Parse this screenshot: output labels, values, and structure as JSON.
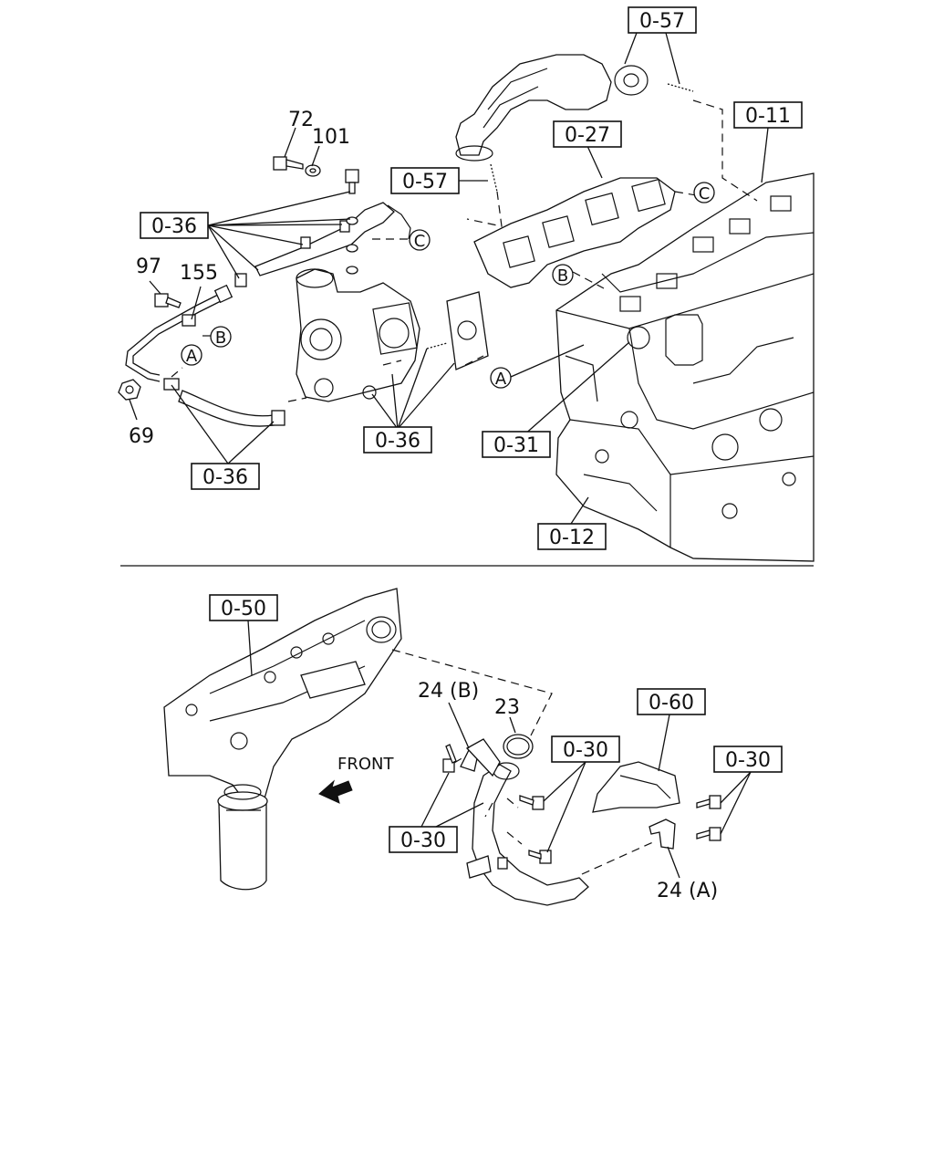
{
  "labels": {
    "ref_0_57_top": "0-57",
    "ref_0_11": "0-11",
    "ref_0_27": "0-27",
    "ref_0_57_mid": "0-57",
    "ref_0_36_left": "0-36",
    "ref_0_36_mid": "0-36",
    "ref_0_36_bottom": "0-36",
    "ref_0_31": "0-31",
    "ref_0_12": "0-12",
    "ref_0_50": "0-50",
    "ref_0_60": "0-60",
    "ref_0_30_center": "0-30",
    "ref_0_30_right": "0-30",
    "ref_0_30_left": "0-30",
    "part_72": "72",
    "part_101": "101",
    "part_97": "97",
    "part_155": "155",
    "part_69": "69",
    "part_24b": "24 (B)",
    "part_23": "23",
    "part_24a": "24 (A)",
    "front_text": "FRONT",
    "callout_a": "A",
    "callout_b": "B",
    "callout_c": "C"
  }
}
